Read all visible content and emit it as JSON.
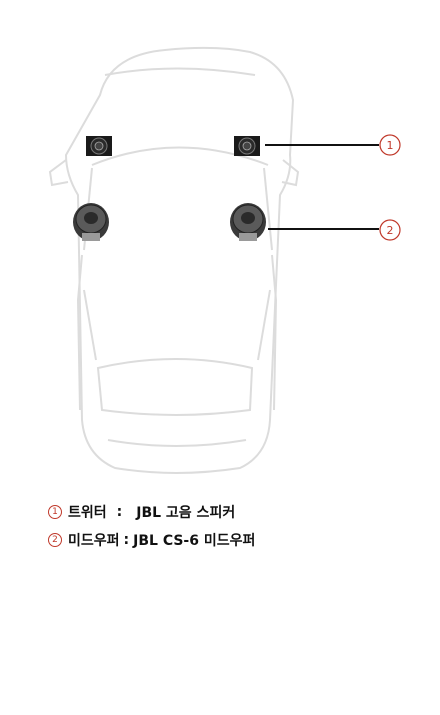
{
  "callouts": [
    {
      "number": "1"
    },
    {
      "number": "2"
    }
  ],
  "legend": [
    {
      "number": "1",
      "name": "트위터",
      "separator": ":",
      "spec": "JBL 고음 스피커"
    },
    {
      "number": "2",
      "name": "미드우퍼",
      "separator": ":",
      "spec": "JBL CS-6 미드우퍼"
    }
  ],
  "colors": {
    "callout_accent": "#c0392b",
    "leader_line": "#111111",
    "car_outline": "#dcdcdc"
  }
}
